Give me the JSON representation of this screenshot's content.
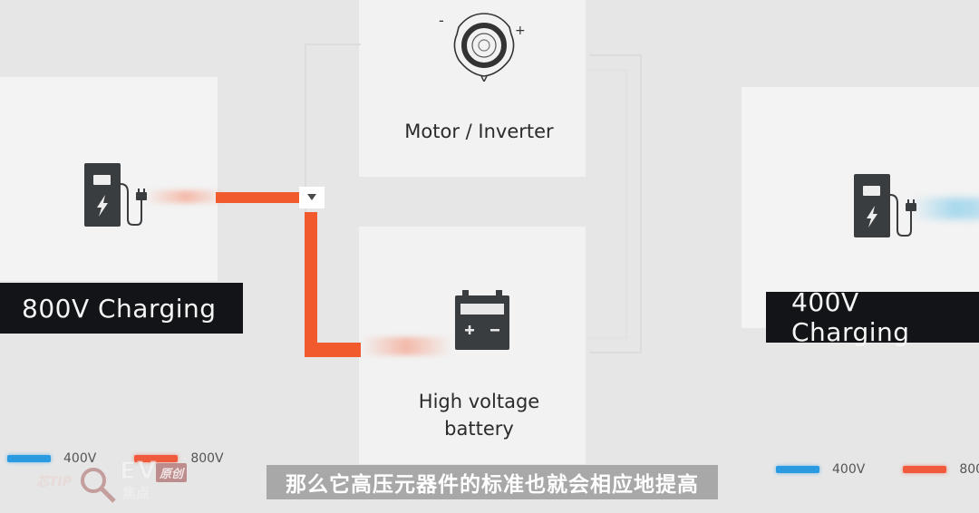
{
  "diagram": {
    "nodes": {
      "motor": {
        "label": "Motor / Inverter",
        "icon": "motor-icon"
      },
      "battery": {
        "label_line1": "High voltage",
        "label_line2": "battery",
        "icon": "battery-icon"
      }
    },
    "left_station": {
      "label": "800V Charging",
      "icon": "charging-station-icon",
      "wire_color": "#f05a2c"
    },
    "right_station": {
      "label": "400V Charging",
      "icon": "charging-station-icon",
      "wire_color": "#8fcfee"
    },
    "junction": {
      "icon": "triangle-down-icon"
    }
  },
  "legend_left": {
    "items": [
      {
        "label": "400V",
        "color": "#2a9be0"
      },
      {
        "label": "800V",
        "color": "#f05a3c"
      }
    ]
  },
  "legend_right": {
    "items": [
      {
        "label": "400V",
        "color": "#2a9be0"
      },
      {
        "label": "800",
        "color": "#f05a3c"
      }
    ]
  },
  "subtitle": {
    "text": "那么它高压元器件的标准也就会相应地提高"
  },
  "watermark": {
    "tip": "芯TIP",
    "brand": "EV",
    "badge": "原创",
    "name": "焦点"
  },
  "colors": {
    "background": "#e6e6e6",
    "panel": "#f3f3f3",
    "label_bar": "#121418",
    "wire_800v": "#f05a2c",
    "wire_400v": "#8fcfee",
    "icon_dark": "#3a3d40"
  }
}
